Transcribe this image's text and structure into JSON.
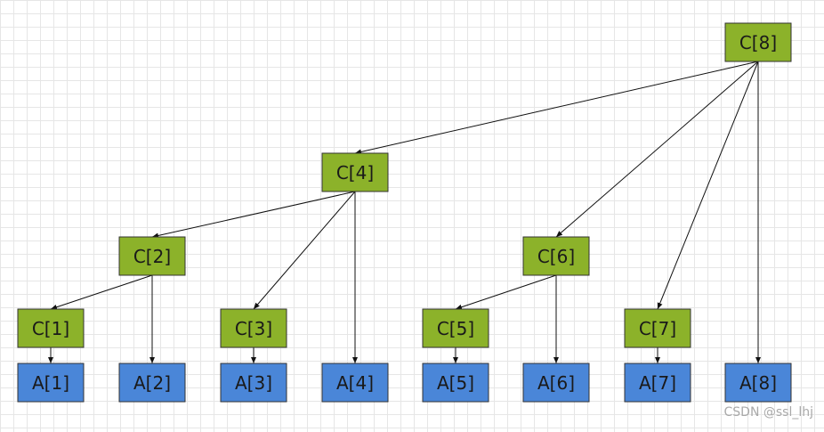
{
  "colors": {
    "c_node": "#8cb22a",
    "a_node": "#4a86d8",
    "edge": "#111111"
  },
  "nodes": {
    "C8": "C[8]",
    "C4": "C[4]",
    "C2": "C[2]",
    "C6": "C[6]",
    "C1": "C[1]",
    "C3": "C[3]",
    "C5": "C[5]",
    "C7": "C[7]",
    "A1": "A[1]",
    "A2": "A[2]",
    "A3": "A[3]",
    "A4": "A[4]",
    "A5": "A[5]",
    "A6": "A[6]",
    "A7": "A[7]",
    "A8": "A[8]"
  },
  "edges": [
    [
      "C8",
      "C4"
    ],
    [
      "C8",
      "C6"
    ],
    [
      "C8",
      "C7"
    ],
    [
      "C8",
      "A8"
    ],
    [
      "C4",
      "C2"
    ],
    [
      "C4",
      "C3"
    ],
    [
      "C4",
      "A4"
    ],
    [
      "C2",
      "C1"
    ],
    [
      "C2",
      "A2"
    ],
    [
      "C6",
      "C5"
    ],
    [
      "C6",
      "A6"
    ],
    [
      "C1",
      "A1"
    ],
    [
      "C3",
      "A3"
    ],
    [
      "C5",
      "A5"
    ],
    [
      "C7",
      "A7"
    ]
  ],
  "watermark": "CSDN @ssl_lhj"
}
